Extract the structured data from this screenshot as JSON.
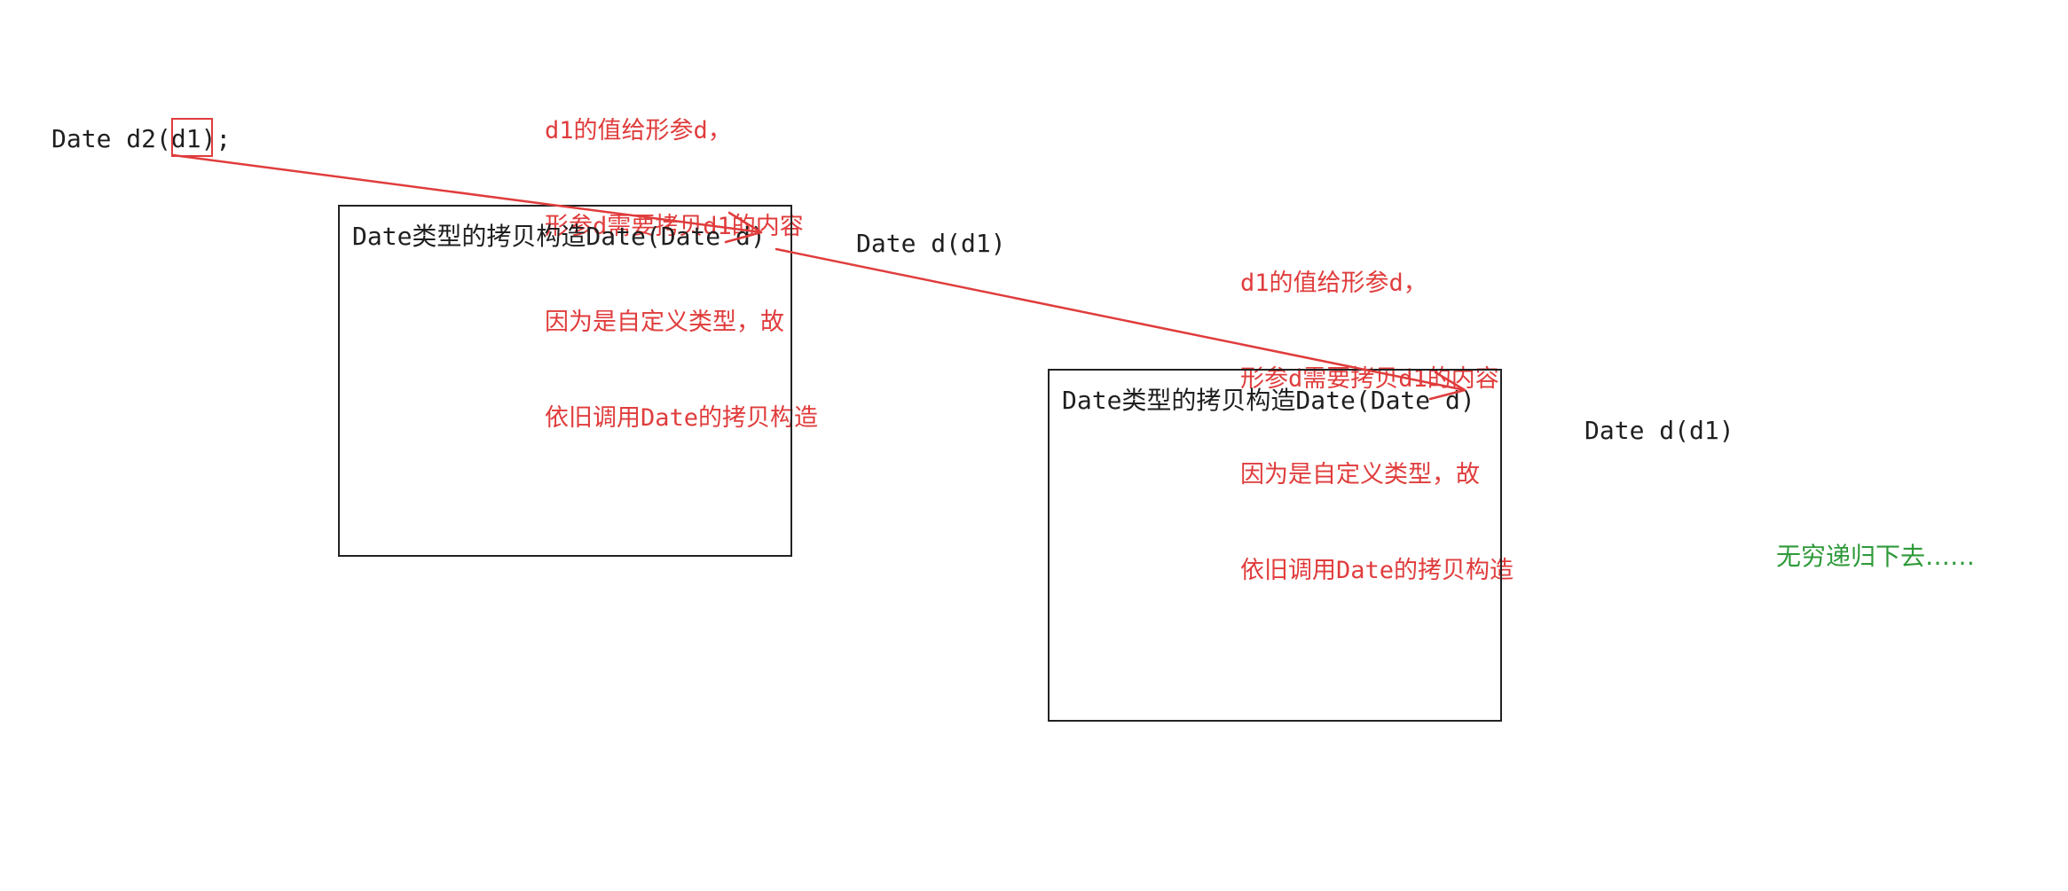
{
  "code_call": "Date d2(d1);",
  "notes": {
    "first": [
      "d1的值给形参d，",
      "形参d需要拷贝d1的内容",
      "因为是自定义类型，故",
      "依旧调用Date的拷贝构造"
    ],
    "second": [
      "d1的值给形参d，",
      "形参d需要拷贝d1的内容",
      "因为是自定义类型，故",
      "依旧调用Date的拷贝构造"
    ]
  },
  "boxes": [
    {
      "title": "Date类型的拷贝构造Date(Date d)"
    },
    {
      "title": "Date类型的拷贝构造Date(Date d)"
    }
  ],
  "calls": [
    "Date d(d1)",
    "Date d(d1)"
  ],
  "conclusion": "无穷递归下去……",
  "colors": {
    "annotation": "#e03c3c",
    "conclusion": "#2e9a3a",
    "text": "#1f1f1f"
  }
}
